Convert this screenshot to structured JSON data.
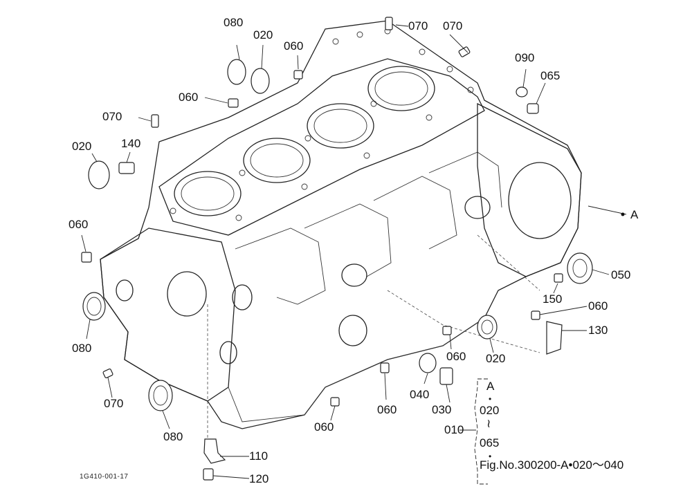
{
  "callouts": [
    {
      "id": "c1",
      "text": "070"
    },
    {
      "id": "c2",
      "text": "070"
    },
    {
      "id": "c3",
      "text": "080"
    },
    {
      "id": "c4",
      "text": "020"
    },
    {
      "id": "c5",
      "text": "060"
    },
    {
      "id": "c6",
      "text": "090"
    },
    {
      "id": "c7",
      "text": "065"
    },
    {
      "id": "c8",
      "text": "060"
    },
    {
      "id": "c9",
      "text": "070"
    },
    {
      "id": "c10",
      "text": "140"
    },
    {
      "id": "c11",
      "text": "020"
    },
    {
      "id": "c12",
      "text": "A"
    },
    {
      "id": "c13",
      "text": "060"
    },
    {
      "id": "c14",
      "text": "050"
    },
    {
      "id": "c15",
      "text": "150"
    },
    {
      "id": "c16",
      "text": "060"
    },
    {
      "id": "c17",
      "text": "130"
    },
    {
      "id": "c18",
      "text": "080"
    },
    {
      "id": "c19",
      "text": "060"
    },
    {
      "id": "c20",
      "text": "020"
    },
    {
      "id": "c21",
      "text": "070"
    },
    {
      "id": "c22",
      "text": "060"
    },
    {
      "id": "c23",
      "text": "040"
    },
    {
      "id": "c24",
      "text": "030"
    },
    {
      "id": "c25",
      "text": "080"
    },
    {
      "id": "c26",
      "text": "060"
    },
    {
      "id": "c27",
      "text": "110"
    },
    {
      "id": "c28",
      "text": "120"
    }
  ],
  "assembly": {
    "label": "010",
    "lines": [
      "A",
      "•",
      "020",
      "≀",
      "065",
      "•"
    ],
    "reference": "Fig.No.300200-A•020〜040"
  },
  "figure_id": "1G410-001-17"
}
